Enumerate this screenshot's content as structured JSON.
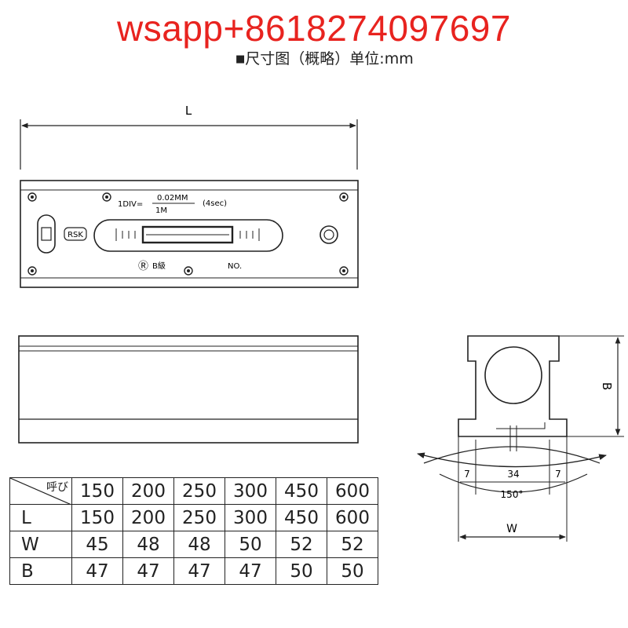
{
  "banner": {
    "text": "wsapp+8618274097697",
    "color": "#e8231f"
  },
  "subtitle": {
    "marker": "■",
    "text": "尺寸图（概略）单位:mm"
  },
  "drawing": {
    "dim_L": "L",
    "div_label": "1DIV=",
    "div_value": "0.02MM",
    "div_unit": "1M",
    "sec_label": "(4sec)",
    "brand_mark": "RSK",
    "grade_symbol": "Ⓡ",
    "grade_label": "B級",
    "no_label": "NO.",
    "dim_B": "B",
    "dim_W": "W",
    "dim_7_left": "7",
    "dim_34": "34",
    "dim_7_right": "7",
    "angle_label": "150°"
  },
  "table": {
    "corner_label": "呼び",
    "sizes": [
      "150",
      "200",
      "250",
      "300",
      "450",
      "600"
    ],
    "rows": [
      {
        "label": "L",
        "values": [
          "150",
          "200",
          "250",
          "300",
          "450",
          "600"
        ]
      },
      {
        "label": "W",
        "values": [
          "45",
          "48",
          "48",
          "50",
          "52",
          "52"
        ]
      },
      {
        "label": "B",
        "values": [
          "47",
          "47",
          "47",
          "47",
          "50",
          "50"
        ]
      }
    ]
  }
}
